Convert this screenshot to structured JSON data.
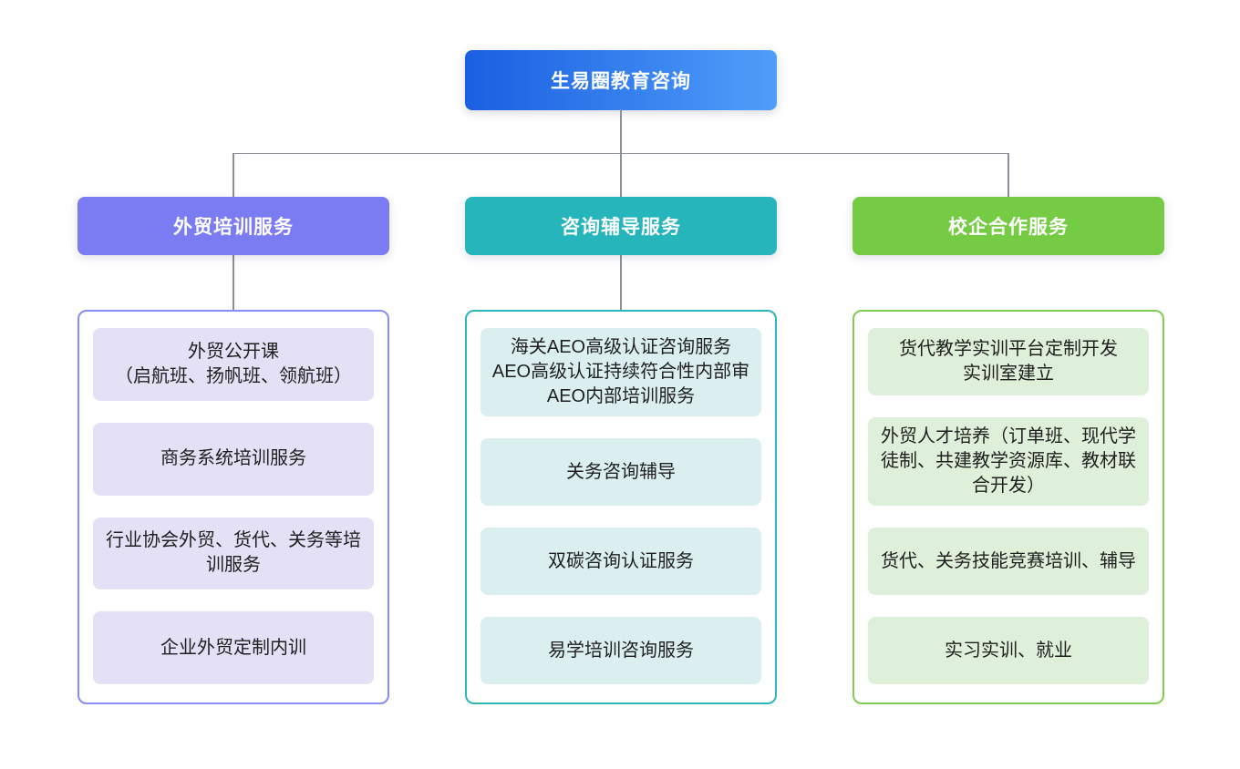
{
  "root": {
    "label": "生易圈教育咨询",
    "gradient_from": "#1a5fe1",
    "gradient_to": "#4f9efa",
    "text_color": "#ffffff"
  },
  "connector_color": "#8a9199",
  "branches": [
    {
      "label": "外贸培训服务",
      "header_bg": "#7b7bf2",
      "container_border": "#8b8bf4",
      "item_bg": "#e4e1f6",
      "connector_to_container": true,
      "items": [
        {
          "lines": [
            "外贸公开课",
            "（启航班、扬帆班、领航班）"
          ]
        },
        {
          "lines": [
            "商务系统培训服务"
          ]
        },
        {
          "lines": [
            "行业协会外贸、货代、关务等培训服务"
          ]
        },
        {
          "lines": [
            "企业外贸定制内训"
          ]
        }
      ]
    },
    {
      "label": "咨询辅导服务",
      "header_bg": "#26b5bb",
      "container_border": "#2bb6bd",
      "item_bg": "#dbeff1",
      "connector_to_container": true,
      "items": [
        {
          "lines": [
            "海关AEO高级认证咨询服务",
            "AEO高级认证持续符合性内部审",
            "AEO内部培训服务"
          ]
        },
        {
          "lines": [
            "关务咨询辅导"
          ]
        },
        {
          "lines": [
            "双碳咨询认证服务"
          ]
        },
        {
          "lines": [
            "易学培训咨询服务"
          ]
        }
      ]
    },
    {
      "label": "校企合作服务",
      "header_bg": "#76cb44",
      "container_border": "#7ecd52",
      "item_bg": "#dff0da",
      "connector_to_container": false,
      "items": [
        {
          "lines": [
            "货代教学实训平台定制开发",
            "实训室建立"
          ]
        },
        {
          "lines": [
            "外贸人才培养（订单班、现代学徒制、共建教学资源库、教材联合开发）"
          ]
        },
        {
          "lines": [
            "货代、关务技能竞赛培训、辅导"
          ]
        },
        {
          "lines": [
            "实习实训、就业"
          ]
        }
      ]
    }
  ]
}
